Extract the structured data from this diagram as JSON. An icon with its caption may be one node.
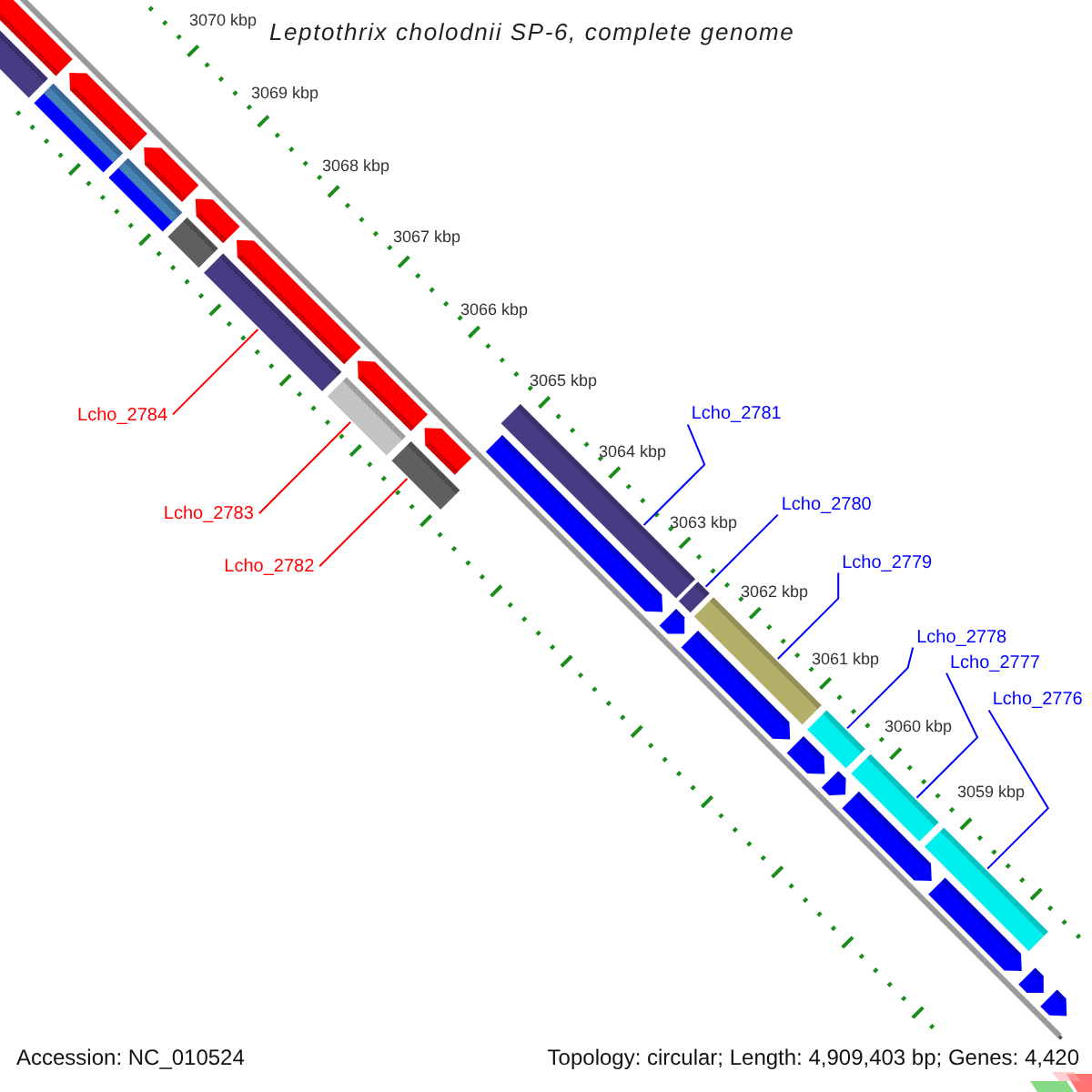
{
  "diagram": {
    "title": "Leptothrix cholodnii SP-6, complete genome",
    "nodes": [
      {
        "text": [
          "Lcho_2784"
        ]
      },
      {
        "text": [
          "Lcho_2783"
        ]
      },
      {
        "text": [
          "Lcho_2782"
        ]
      },
      {
        "text": [
          "Lcho_2781"
        ]
      },
      {
        "text": [
          "Lcho_2780"
        ]
      },
      {
        "text": [
          "Lcho_2779"
        ]
      },
      {
        "text": [
          "Lcho_2778"
        ]
      },
      {
        "text": [
          "Lcho_2777"
        ]
      },
      {
        "text": [
          "Lcho_2776"
        ]
      },
      {
        "text": [],
        "shape": "bar"
      },
      {
        "text": [],
        "shape": "bar"
      },
      {
        "text": [],
        "shape": "bar"
      },
      {
        "text": [],
        "shape": "bar"
      },
      {
        "text": [],
        "shape": "bar"
      },
      {
        "text": [],
        "shape": "bar"
      },
      {
        "text": [],
        "shape": "bar"
      },
      {
        "text": [],
        "shape": "bar"
      },
      {
        "text": [],
        "shape": "bar"
      }
    ],
    "edges": [
      {
        "from": 0,
        "to": 9,
        "arrow": "none",
        "color": "#ff0000"
      },
      {
        "from": 1,
        "to": 10,
        "arrow": "none",
        "color": "#ff0000"
      },
      {
        "from": 2,
        "to": 11,
        "arrow": "none",
        "color": "#ff0000"
      },
      {
        "from": 3,
        "to": 12,
        "arrow": "none"
      },
      {
        "from": 4,
        "to": 13,
        "arrow": "none"
      },
      {
        "from": 5,
        "to": 14,
        "arrow": "none"
      },
      {
        "from": 6,
        "to": 15,
        "arrow": "none"
      },
      {
        "from": 7,
        "to": 16,
        "arrow": "none"
      },
      {
        "from": 8,
        "to": 17,
        "arrow": "none"
      }
    ],
    "labels": [
      "3070 kbp",
      "3069 kbp",
      "3068 kbp",
      "3067 kbp",
      "3066 kbp",
      "3065 kbp",
      "3064 kbp",
      "3063 kbp",
      "3062 kbp",
      "3061 kbp",
      "3060 kbp",
      "3059 kbp",
      "Accession: NC_010524",
      "Topology: circular; Length: 4,909,403 bp; Genes: 4,420"
    ]
  }
}
